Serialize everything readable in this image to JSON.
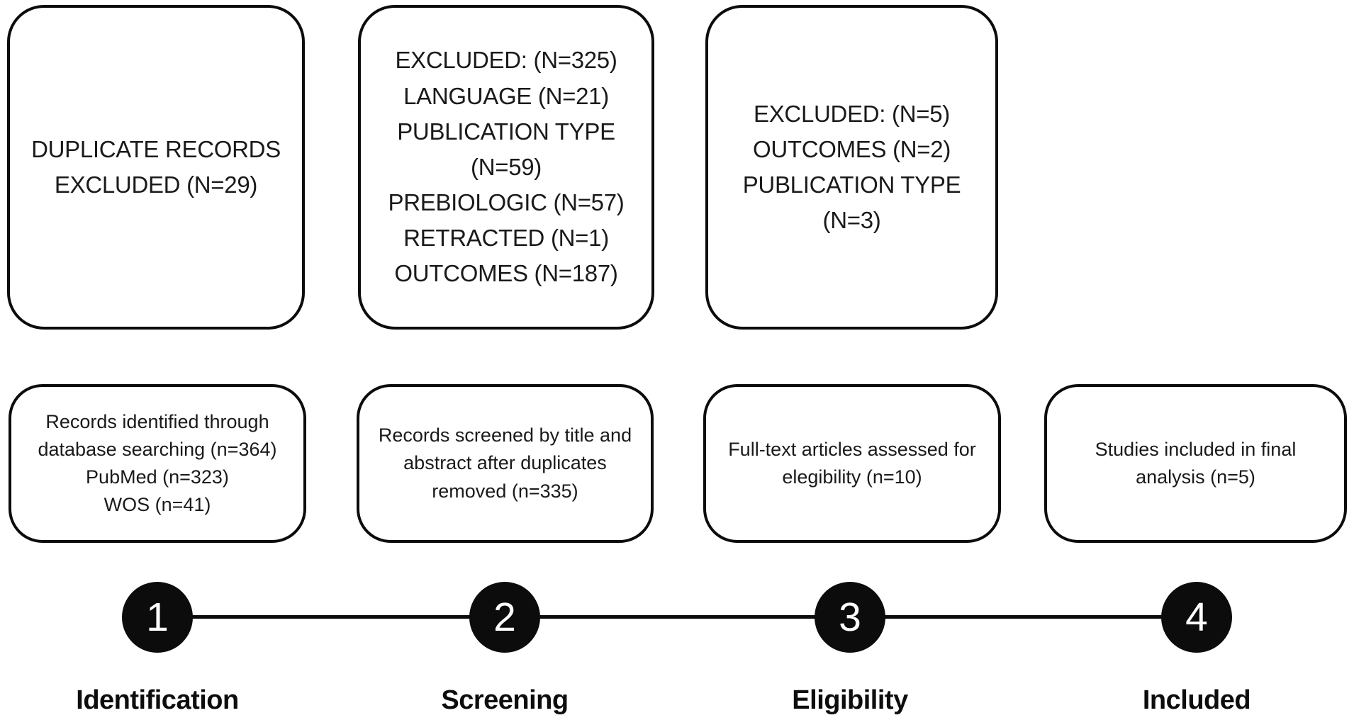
{
  "colors": {
    "background": "#ffffff",
    "box_fill": "#ffffff",
    "box_border": "#0c0c0c",
    "text": "#1a1a1a",
    "step_circle_fill": "#0c0c0c",
    "step_number_color": "#ffffff"
  },
  "top_boxes": [
    {
      "text": "DUPLICATE RECORDS\nEXCLUDED (N=29)"
    },
    {
      "text": "EXCLUDED: (N=325)\nLANGUAGE (N=21)\nPUBLICATION TYPE (N=59)\nPREBIOLOGIC (N=57)\nRETRACTED (N=1)\nOUTCOMES (N=187)"
    },
    {
      "text": "EXCLUDED: (N=5)\nOUTCOMES (N=2)\nPUBLICATION TYPE  (N=3)"
    }
  ],
  "bottom_boxes": [
    {
      "text": "Records identified through\ndatabase searching  (n=364)\nPubMed (n=323)\nWOS (n=41)"
    },
    {
      "text": "Records screened by title and\nabstract after duplicates\nremoved (n=335)"
    },
    {
      "text": "Full-text articles assessed for\nelegibility (n=10)"
    },
    {
      "text": "Studies included in final\nanalysis (n=5)"
    }
  ],
  "timeline": {
    "steps": [
      {
        "number": "1",
        "label": "Identification"
      },
      {
        "number": "2",
        "label": "Screening"
      },
      {
        "number": "3",
        "label": "Eligibility"
      },
      {
        "number": "4",
        "label": "Included"
      }
    ]
  }
}
